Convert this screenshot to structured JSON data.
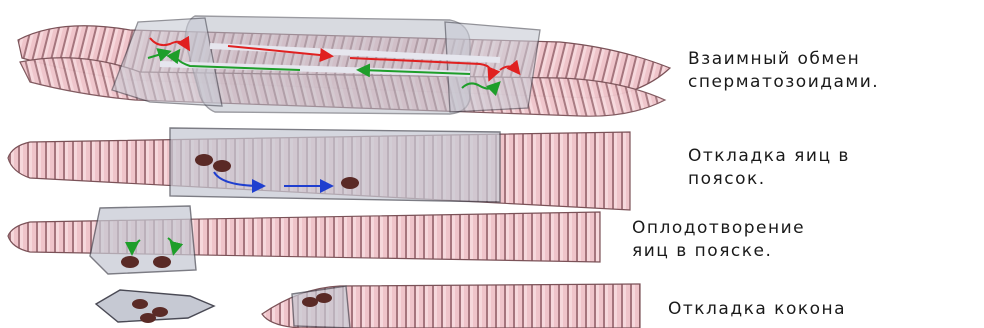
{
  "captions": [
    {
      "line1": "Взаимный обмен",
      "line2": "сперматозоидами."
    },
    {
      "line1": "Откладка яиц в",
      "line2": "поясок."
    },
    {
      "line1": "Оплодотворение",
      "line2": "яиц в пояске."
    },
    {
      "line1": "Откладка кокона",
      "line2": ""
    }
  ],
  "colors": {
    "worm_body": "#ecbfc5",
    "worm_segment_line": "#8a5d64",
    "clitellum": "#d3d6de",
    "sheath": "#c4c7d0",
    "egg": "#5a2a26",
    "arrow_green": "#1e9e2a",
    "arrow_red": "#e02020",
    "arrow_blue": "#1f3fcf"
  }
}
